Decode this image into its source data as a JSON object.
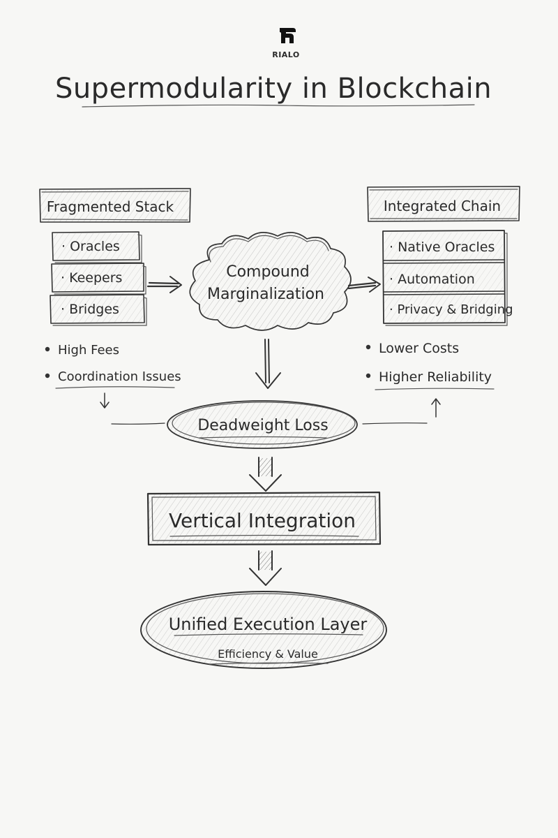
{
  "logo": {
    "text": "RIALO"
  },
  "title": "Supermodularity in Blockchain",
  "left_panel": {
    "header": "Fragmented Stack",
    "items": [
      "· Oracles",
      "· Keepers",
      "· Bridges"
    ],
    "bullets": [
      "High Fees",
      "Coordination Issues"
    ]
  },
  "right_panel": {
    "header": "Integrated Chain",
    "items": [
      "· Native Oracles",
      "· Automation",
      "· Privacy & Bridging"
    ],
    "bullets": [
      "Lower Costs",
      "Higher Reliability"
    ]
  },
  "cloud": {
    "line1": "Compound",
    "line2": "Marginalization"
  },
  "deadweight": "Deadweight Loss",
  "vertical": "Vertical Integration",
  "unified": {
    "title": "Unified Execution Layer",
    "subtitle": "Efficiency & Value"
  },
  "colors": {
    "ink": "#2b2b2b",
    "paper": "#f7f7f5",
    "hatch": "#8a8a8a"
  }
}
